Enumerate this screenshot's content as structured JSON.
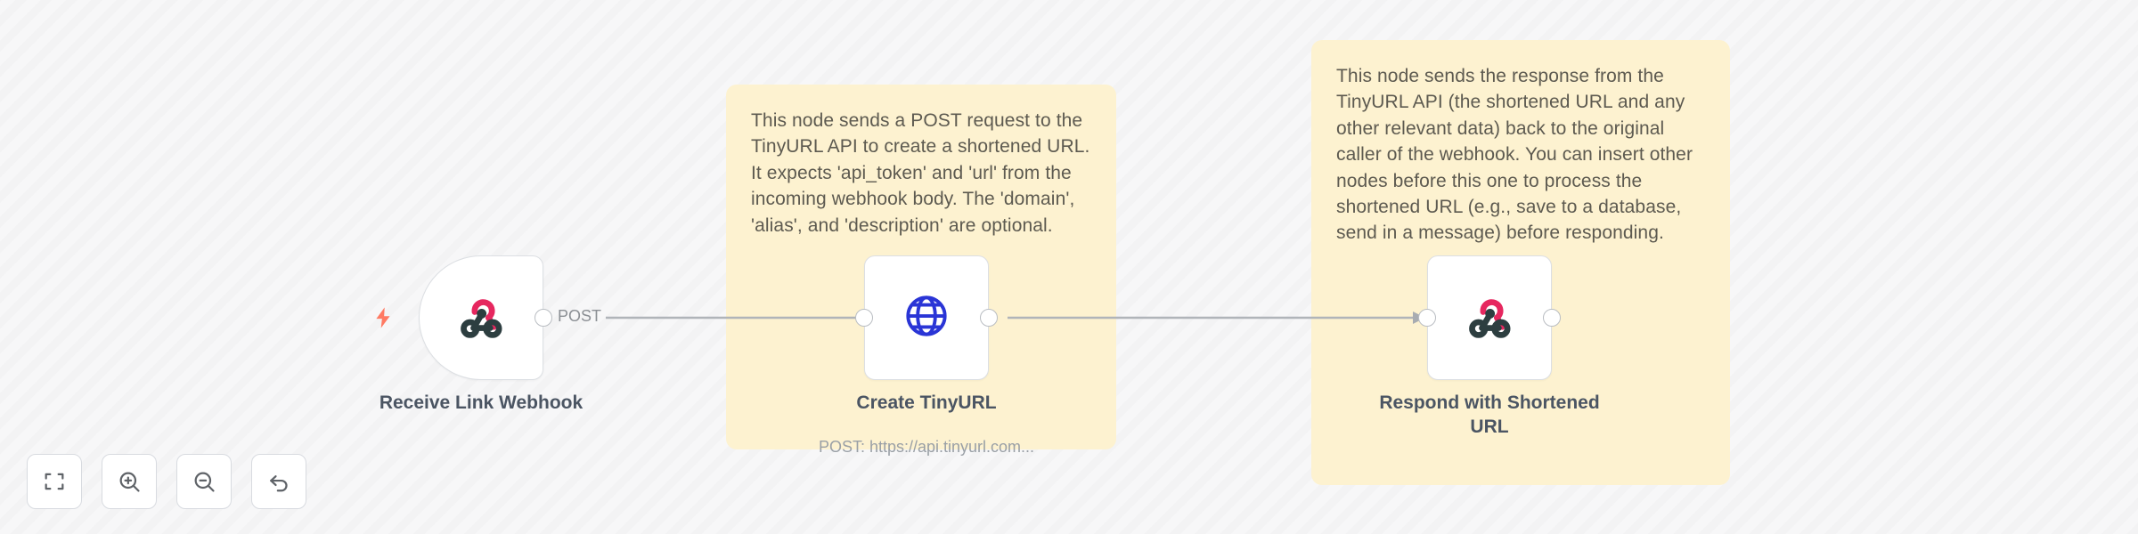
{
  "canvas": {
    "background_color": "#f7f7f8",
    "sticky_color": "#fdf2d0",
    "edge_color": "#b0b4b9"
  },
  "sticky_notes": [
    {
      "id": "note-http",
      "text": "This node sends a POST request to the TinyURL API to create a shortened URL. It expects 'api_token' and 'url' from the incoming webhook body. The 'domain', 'alias', and 'description' are optional."
    },
    {
      "id": "note-respond",
      "text": "This node sends the response from the TinyURL API (the shortened URL and any other relevant data) back to the original caller of the webhook. You can insert other nodes before this one to process the shortened URL (e.g., save to a database, send in a message) before responding."
    }
  ],
  "nodes": [
    {
      "id": "receive-link-webhook",
      "label": "Receive Link Webhook",
      "sublabel": "",
      "type": "trigger",
      "icon": "webhook-icon",
      "output_port_label": "POST",
      "has_bolt": true
    },
    {
      "id": "create-tinyurl",
      "label": "Create TinyURL",
      "sublabel": "POST: https://api.tinyurl.com...",
      "type": "action",
      "icon": "globe-icon",
      "output_port_label": "",
      "has_bolt": false
    },
    {
      "id": "respond-with-shortened-url",
      "label": "Respond with Shortened URL",
      "sublabel": "",
      "type": "action",
      "icon": "webhook-icon",
      "output_port_label": "",
      "has_bolt": false
    }
  ],
  "toolbar": {
    "buttons": [
      {
        "id": "zoom-to-fit",
        "icon": "zoom-to-fit-icon",
        "title": "Zoom to fit"
      },
      {
        "id": "zoom-in",
        "icon": "zoom-in-icon",
        "title": "Zoom in"
      },
      {
        "id": "zoom-out",
        "icon": "zoom-out-icon",
        "title": "Zoom out"
      },
      {
        "id": "reset-zoom",
        "icon": "undo-arrow-icon",
        "title": "Reset zoom"
      }
    ]
  },
  "colors": {
    "webhook_pink": "#E6275F",
    "webhook_dark": "#2D3E40",
    "globe_blue": "#2A35D6",
    "bolt_orange": "#FF7A63"
  }
}
